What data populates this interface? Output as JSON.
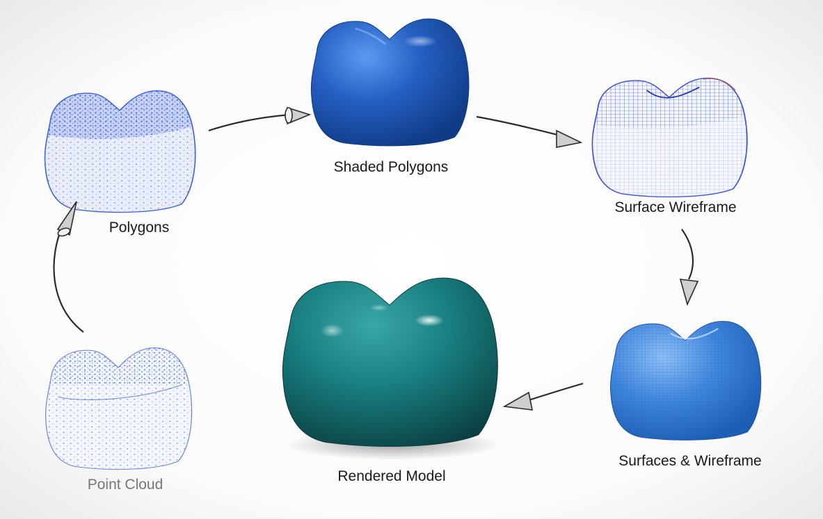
{
  "stages": {
    "point_cloud": "Point Cloud",
    "polygons": "Polygons",
    "shaded_polygons": "Shaded Polygons",
    "surface_wireframe": "Surface Wireframe",
    "surfaces_wireframe": "Surfaces & Wireframe",
    "rendered_model": "Rendered Model"
  },
  "colors": {
    "point_blue": "#3a5ed8",
    "shaded_blue": "#1f57b8",
    "wire_blue": "#4a62e0",
    "surface_blue": "#3f86dd",
    "rendered_teal": "#197f80",
    "arrow_fill": "#cfcfcf",
    "arrow_stroke": "#2a2a2a",
    "label_text": "#1a1a1a",
    "label_text_muted": "#777777"
  },
  "icons": {
    "arrow": "cone-arrow"
  }
}
